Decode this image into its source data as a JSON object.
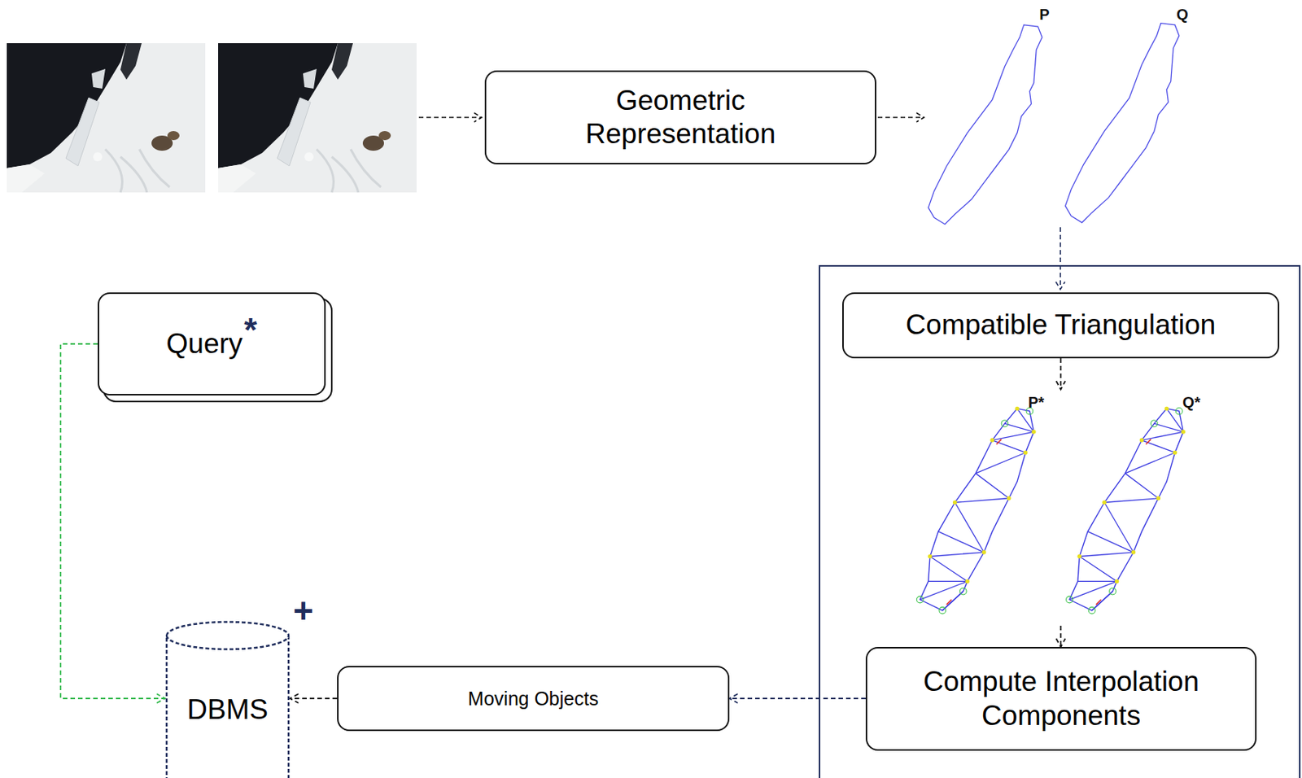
{
  "diagram": {
    "nodes": [
      {
        "text": [
          "Geometric Representation"
        ]
      },
      {
        "text": [
          "Query",
          "*"
        ]
      },
      {
        "text": [
          "Compatible Triangulation"
        ]
      },
      {
        "text": [
          "Compute Interpolation Components"
        ]
      },
      {
        "text": [
          "Moving Objects"
        ]
      },
      {
        "text": [
          "DBMS",
          "+"
        ]
      }
    ],
    "edges": [
      {
        "from": 2,
        "to": 3,
        "arrow": "to"
      },
      {
        "from": 3,
        "to": 4,
        "arrow": "to"
      },
      {
        "from": 4,
        "to": 5,
        "arrow": "to"
      },
      {
        "from": 1,
        "to": 5,
        "arrow": "to"
      }
    ],
    "labels": [
      "P",
      "Q",
      "P*",
      "Q*"
    ]
  }
}
